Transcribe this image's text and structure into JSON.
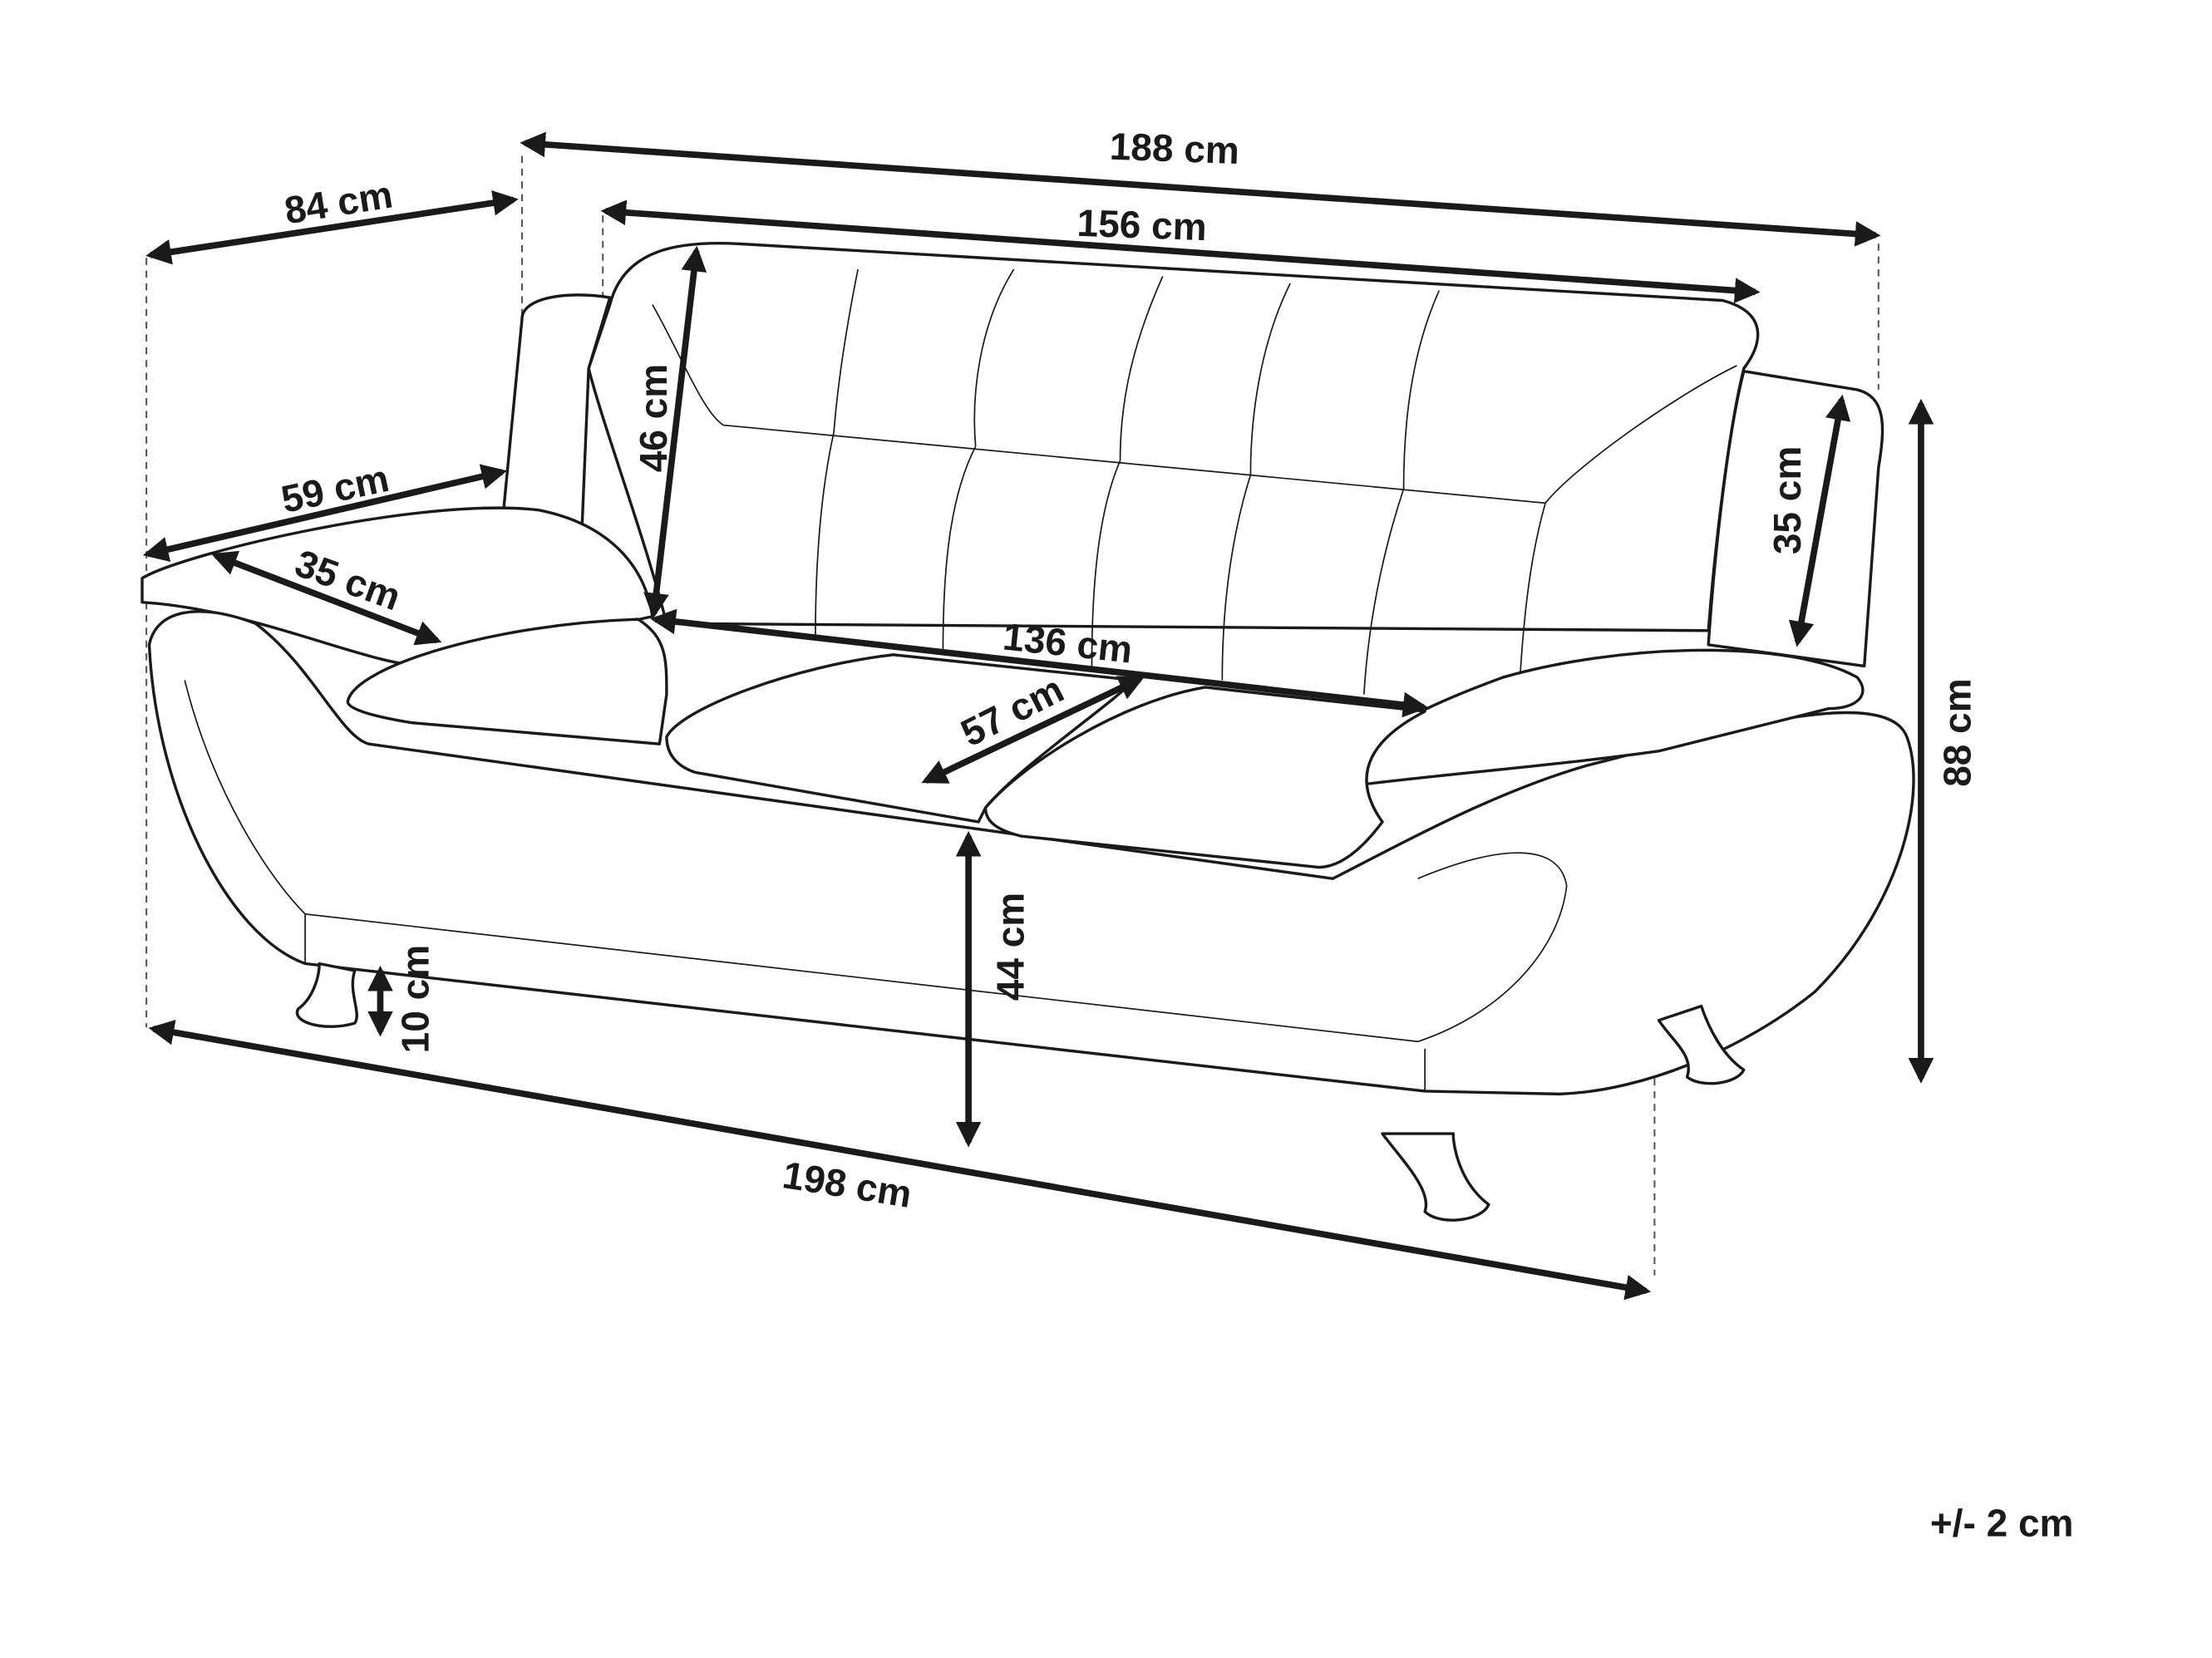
{
  "diagram": {
    "subject": "sofa-dimensions",
    "dimensions": {
      "overall_width": "188 cm",
      "backrest_width": "156 cm",
      "depth": "84 cm",
      "armrest_depth": "59 cm",
      "armrest_width": "35 cm",
      "backrest_height": "46 cm",
      "seat_width": "136 cm",
      "seat_depth": "57 cm",
      "armrest_height": "35 cm",
      "overall_height": "88 cm",
      "seat_height": "44 cm",
      "leg_height": "10 cm",
      "total_length": "198 cm"
    },
    "tolerance": "+/- 2 cm"
  }
}
